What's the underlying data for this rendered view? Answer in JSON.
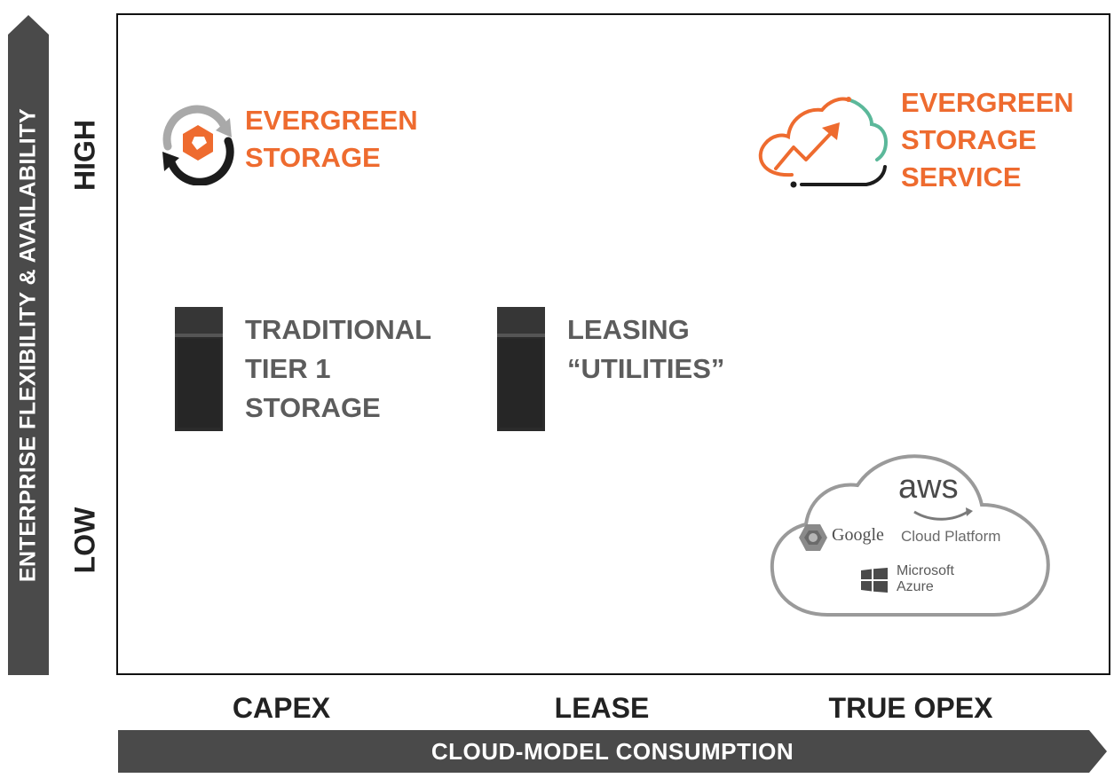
{
  "axes": {
    "y_label": "ENTERPRISE FLEXIBILITY & AVAILABILITY",
    "x_label": "CLOUD-MODEL CONSUMPTION",
    "y_ticks": {
      "high": "HIGH",
      "low": "LOW"
    },
    "x_ticks": {
      "capex": "CAPEX",
      "lease": "LEASE",
      "true_opex": "TRUE OPEX"
    }
  },
  "items": {
    "evergreen_storage": {
      "line1": "EVERGREEN",
      "line2": "STORAGE"
    },
    "evergreen_storage_service": {
      "line1": "EVERGREEN",
      "line2": "STORAGE",
      "line3": "SERVICE"
    },
    "traditional": {
      "line1": "TRADITIONAL",
      "line2": "TIER 1",
      "line3": "STORAGE"
    },
    "leasing": {
      "line1": "LEASING",
      "line2": "“UTILITIES”"
    },
    "public_cloud": {
      "aws": "aws",
      "google_brand": "Google",
      "google_product": "Cloud Platform",
      "azure_line1": "Microsoft",
      "azure_line2": "Azure"
    }
  },
  "colors": {
    "orange": "#ee6b2f",
    "teal": "#5bb89a",
    "dark_grey": "#4a4a4a",
    "text_grey": "#5c5c5c",
    "server_black": "#2a2a2a",
    "cloud_grey": "#9a9a9a"
  },
  "icons": {
    "evergreen_storage": "circular-arrows-logo-icon",
    "evergreen_storage_service": "cloud-trend-arrow-icon",
    "server": "server-tower-icon",
    "google": "hexagon-icon",
    "azure": "windows-logo-icon",
    "aws": "smile-arrow-icon"
  }
}
